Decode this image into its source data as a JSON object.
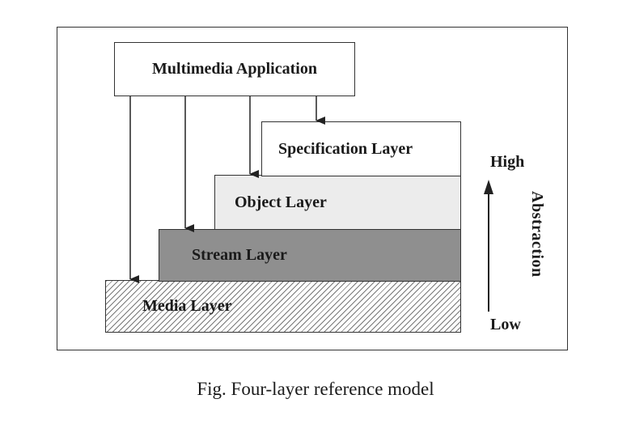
{
  "diagram": {
    "application": "Multimedia Application",
    "layers": [
      {
        "label": "Specification Layer",
        "fill": "#ffffff"
      },
      {
        "label": "Object Layer",
        "fill": "#ececec"
      },
      {
        "label": "Stream Layer",
        "fill": "#8f8f8f"
      },
      {
        "label": "Media Layer",
        "fill": "hatched"
      }
    ],
    "axis": {
      "high": "High",
      "low": "Low",
      "title": "Abstraction"
    },
    "caption": "Fig. Four-layer reference model"
  }
}
